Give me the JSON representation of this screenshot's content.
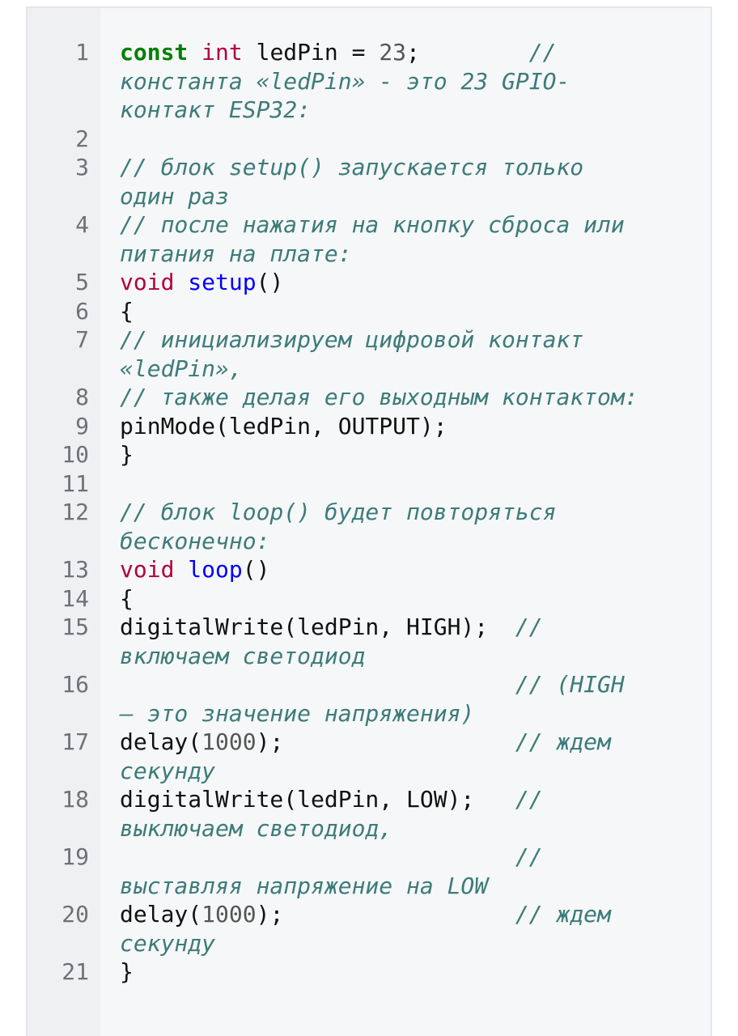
{
  "code_block": {
    "lines": [
      {
        "number": "1",
        "tokens": [
          {
            "text": "const",
            "style": "kw-green"
          },
          {
            "text": " ",
            "style": "plain"
          },
          {
            "text": "int",
            "style": "type"
          },
          {
            "text": " ledPin = ",
            "style": "plain"
          },
          {
            "text": "23",
            "style": "num"
          },
          {
            "text": ";        ",
            "style": "plain"
          },
          {
            "text": "// константа «ledPin» - это 23 GPIO-контакт ESP32:",
            "style": "comment"
          }
        ]
      },
      {
        "number": "2",
        "tokens": []
      },
      {
        "number": "3",
        "tokens": [
          {
            "text": "// блок setup() запускается только один раз",
            "style": "comment"
          }
        ]
      },
      {
        "number": "4",
        "tokens": [
          {
            "text": "// после нажатия на кнопку сброса или питания на плате:",
            "style": "comment"
          }
        ]
      },
      {
        "number": "5",
        "tokens": [
          {
            "text": "void",
            "style": "kw-red"
          },
          {
            "text": " ",
            "style": "plain"
          },
          {
            "text": "setup",
            "style": "func"
          },
          {
            "text": "()",
            "style": "plain"
          }
        ]
      },
      {
        "number": "6",
        "tokens": [
          {
            "text": "{",
            "style": "plain"
          }
        ]
      },
      {
        "number": "7",
        "tokens": [
          {
            "text": "// инициализируем цифровой контакт «ledPin»,",
            "style": "comment"
          }
        ]
      },
      {
        "number": "8",
        "tokens": [
          {
            "text": "// также делая его выходным контактом:",
            "style": "comment"
          }
        ]
      },
      {
        "number": "9",
        "tokens": [
          {
            "text": "pinMode(ledPin, OUTPUT);",
            "style": "plain"
          }
        ]
      },
      {
        "number": "10",
        "tokens": [
          {
            "text": "}",
            "style": "plain"
          }
        ]
      },
      {
        "number": "11",
        "tokens": []
      },
      {
        "number": "12",
        "tokens": [
          {
            "text": "// блок loop() будет повторяться бесконечно:",
            "style": "comment"
          }
        ]
      },
      {
        "number": "13",
        "tokens": [
          {
            "text": "void",
            "style": "kw-red"
          },
          {
            "text": " ",
            "style": "plain"
          },
          {
            "text": "loop",
            "style": "func"
          },
          {
            "text": "()",
            "style": "plain"
          }
        ]
      },
      {
        "number": "14",
        "tokens": [
          {
            "text": "{",
            "style": "plain"
          }
        ]
      },
      {
        "number": "15",
        "tokens": [
          {
            "text": "digitalWrite(ledPin, HIGH);  ",
            "style": "plain"
          },
          {
            "text": "// включаем светодиод",
            "style": "comment"
          }
        ]
      },
      {
        "number": "16",
        "tokens": [
          {
            "text": "                             ",
            "style": "plain"
          },
          {
            "text": "// (HIGH – это значение напряжения)",
            "style": "comment"
          }
        ]
      },
      {
        "number": "17",
        "tokens": [
          {
            "text": "delay(",
            "style": "plain"
          },
          {
            "text": "1000",
            "style": "num"
          },
          {
            "text": ");                 ",
            "style": "plain"
          },
          {
            "text": "// ждем секунду",
            "style": "comment"
          }
        ]
      },
      {
        "number": "18",
        "tokens": [
          {
            "text": "digitalWrite(ledPin, LOW);   ",
            "style": "plain"
          },
          {
            "text": "// выключаем светодиод,",
            "style": "comment"
          }
        ]
      },
      {
        "number": "19",
        "tokens": [
          {
            "text": "                             ",
            "style": "plain"
          },
          {
            "text": "// выставляя напряжение на LOW",
            "style": "comment"
          }
        ]
      },
      {
        "number": "20",
        "tokens": [
          {
            "text": "delay(",
            "style": "plain"
          },
          {
            "text": "1000",
            "style": "num"
          },
          {
            "text": ");                 ",
            "style": "plain"
          },
          {
            "text": "// ждем секунду",
            "style": "comment"
          }
        ]
      },
      {
        "number": "21",
        "tokens": [
          {
            "text": "}",
            "style": "plain"
          }
        ]
      }
    ]
  },
  "colors": {
    "keyword_bold": "#008000",
    "keyword": "#b00040",
    "function_name": "#0000ff",
    "number": "#555555",
    "comment": "#3d7b7b",
    "text": "#111111",
    "gutter_bg": "#eff0f2",
    "code_bg": "#f6f7f8"
  }
}
